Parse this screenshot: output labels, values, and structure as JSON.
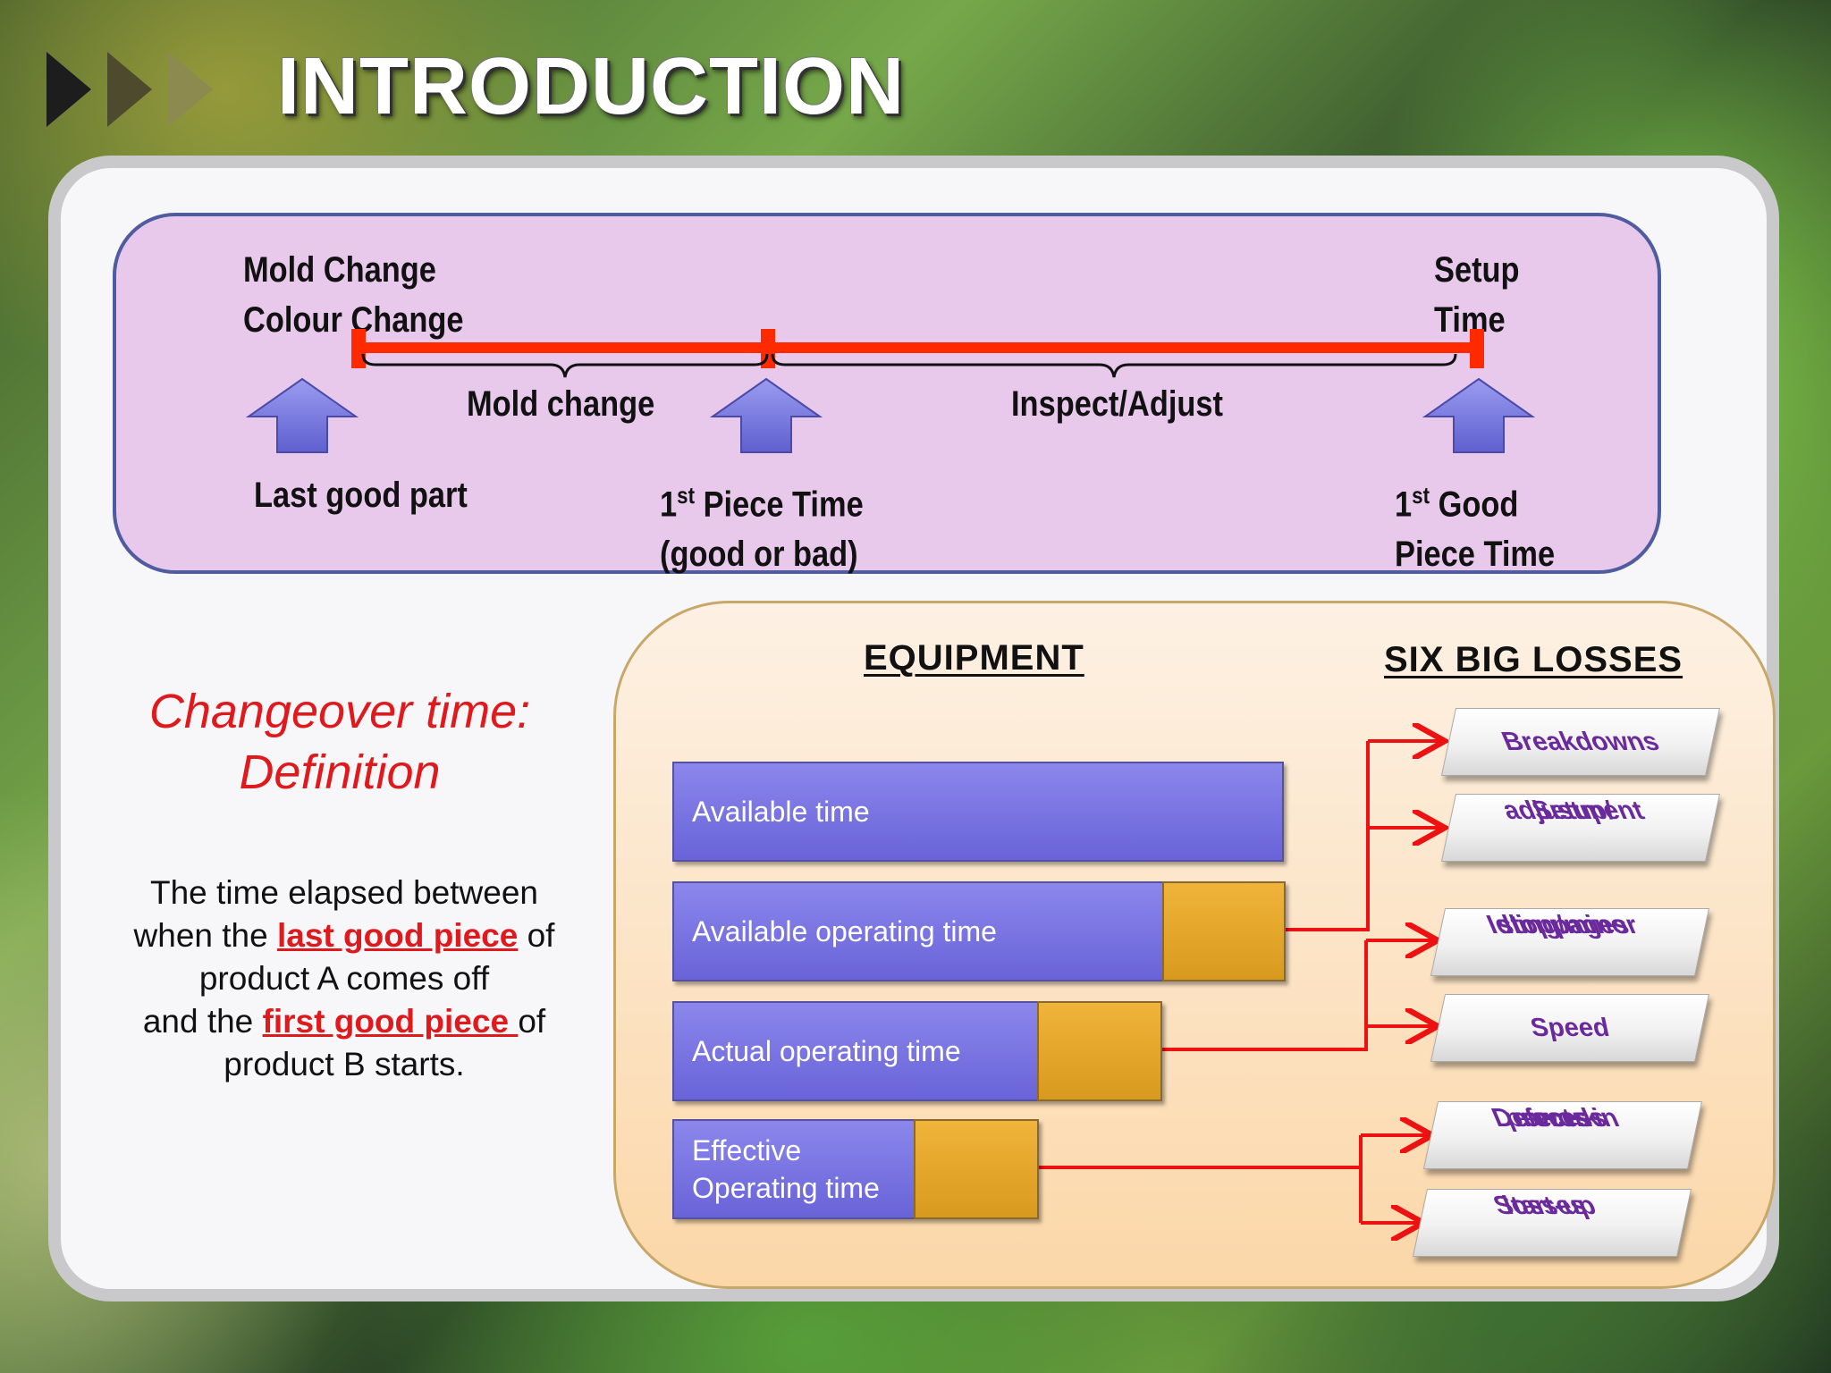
{
  "slide": {
    "title": "INTRODUCTION"
  },
  "timeline": {
    "top_left_line1": "Mold Change",
    "top_left_line2": "Colour Change",
    "top_right_line1": "Setup",
    "top_right_line2": "Time",
    "segment_1": "Mold change",
    "segment_2": "Inspect/Adjust",
    "marker_1": "Last good part",
    "marker_2_num": "1",
    "marker_2_sup": "st",
    "marker_2_line1_rest": " Piece Time",
    "marker_2_line2": "(good or bad)",
    "marker_3_num": "1",
    "marker_3_sup": "st",
    "marker_3_line1_rest": " Good",
    "marker_3_line2": "Piece Time",
    "line_color": "#ff2a00",
    "arrow_color": "#6f6fdc"
  },
  "definition": {
    "title_line1": "Changeover time:",
    "title_line2": "Definition",
    "text_1": "The time elapsed between",
    "text_2": "when the ",
    "highlight_1": "last good piece",
    "text_3": " of",
    "text_4": "product A comes off",
    "text_5": "and the ",
    "highlight_2": "first good piece ",
    "text_6": "of",
    "text_7": "product B starts."
  },
  "equipment": {
    "header": "EQUIPMENT",
    "bars": [
      {
        "label_1": "Available time",
        "label_2": ""
      },
      {
        "label_1": "Available operating time",
        "label_2": ""
      },
      {
        "label_1": "Actual operating time",
        "label_2": ""
      },
      {
        "label_1": "Effective",
        "label_2": "Operating time"
      }
    ]
  },
  "losses": {
    "header": "SIX BIG LOSSES",
    "items": [
      {
        "line1": "Breakdowns",
        "line2": "",
        "line3": ""
      },
      {
        "line1": "Setup/",
        "line2": "adjustment",
        "line3": ""
      },
      {
        "line1": "Idling/minor",
        "line2": "stoppages",
        "line3": ""
      },
      {
        "line1": "Speed",
        "line2": "",
        "line3": ""
      },
      {
        "line1": "Defects in",
        "line2": "process",
        "line3": "rework"
      },
      {
        "line1": "Start-up",
        "line2": "losses",
        "line3": ""
      }
    ]
  },
  "colors": {
    "bar_blue": "#6f6ae0",
    "loss_orange": "#e3a12a",
    "connector_red": "#ee1111",
    "loss_text": "#6a2a9c",
    "definition_red": "#e0191d"
  }
}
